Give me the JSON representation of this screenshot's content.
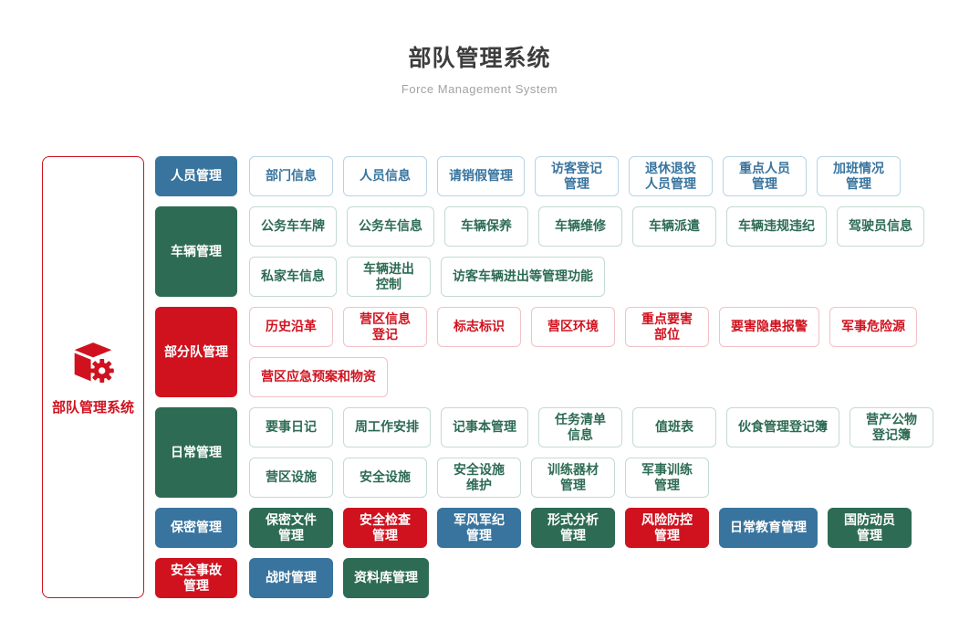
{
  "page": {
    "title": "部队管理系统",
    "subtitle": "Force Management System"
  },
  "sidebar": {
    "label": "部队管理系统",
    "icon": "cube-gear-icon"
  },
  "colors": {
    "blue": "#38749e",
    "green": "#2d6b54",
    "red": "#d0121f",
    "blue_light": "#b9d3e6",
    "green_light": "#c3dbd1",
    "red_light": "#f2c1c5"
  },
  "groups": [
    {
      "label": "人员管理",
      "color": "blue",
      "rows": [
        [
          {
            "label": "部门信息"
          },
          {
            "label": "人员信息"
          },
          {
            "label": "请销假管理"
          },
          {
            "label": "访客登记\n管理"
          },
          {
            "label": "退休退役\n人员管理"
          },
          {
            "label": "重点人员\n管理"
          },
          {
            "label": "加班情况\n管理"
          }
        ]
      ]
    },
    {
      "label": "车辆管理",
      "color": "green",
      "rows": [
        [
          {
            "label": "公务车车牌"
          },
          {
            "label": "公务车信息"
          },
          {
            "label": "车辆保养"
          },
          {
            "label": "车辆维修"
          },
          {
            "label": "车辆派遣"
          },
          {
            "label": "车辆违规违纪"
          },
          {
            "label": "驾驶员信息"
          }
        ],
        [
          {
            "label": "私家车信息"
          },
          {
            "label": "车辆进出\n控制"
          },
          {
            "label": "访客车辆进出等管理功能"
          }
        ]
      ]
    },
    {
      "label": "部分队管理",
      "color": "red",
      "rows": [
        [
          {
            "label": "历史沿革"
          },
          {
            "label": "营区信息\n登记"
          },
          {
            "label": "标志标识"
          },
          {
            "label": "营区环境"
          },
          {
            "label": "重点要害\n部位"
          },
          {
            "label": "要害隐患报警"
          },
          {
            "label": "军事危险源"
          }
        ],
        [
          {
            "label": "营区应急预案和物资"
          }
        ]
      ]
    },
    {
      "label": "日常管理",
      "color": "green",
      "rows": [
        [
          {
            "label": "要事日记"
          },
          {
            "label": "周工作安排"
          },
          {
            "label": "记事本管理"
          },
          {
            "label": "任务清单\n信息"
          },
          {
            "label": "值班表"
          },
          {
            "label": "伙食管理登记簿"
          },
          {
            "label": "营产公物\n登记簿"
          }
        ],
        [
          {
            "label": "营区设施"
          },
          {
            "label": "安全设施"
          },
          {
            "label": "安全设施\n维护"
          },
          {
            "label": "训练器材\n管理"
          },
          {
            "label": "军事训练\n管理"
          }
        ]
      ]
    },
    {
      "label": "保密管理",
      "color": "blue",
      "rows": [
        [
          {
            "label": "保密文件\n管理",
            "solid": "green"
          },
          {
            "label": "安全检查\n管理",
            "solid": "red"
          },
          {
            "label": "军风军纪\n管理",
            "solid": "blue"
          },
          {
            "label": "形式分析\n管理",
            "solid": "green"
          },
          {
            "label": "风险防控\n管理",
            "solid": "red"
          },
          {
            "label": "日常教育管理",
            "solid": "blue"
          },
          {
            "label": "国防动员\n管理",
            "solid": "green"
          }
        ]
      ]
    },
    {
      "label": "安全事故\n管理",
      "color": "red",
      "rows": [
        [
          {
            "label": "战时管理",
            "solid": "blue"
          },
          {
            "label": "资料库管理",
            "solid": "green"
          }
        ]
      ]
    }
  ]
}
